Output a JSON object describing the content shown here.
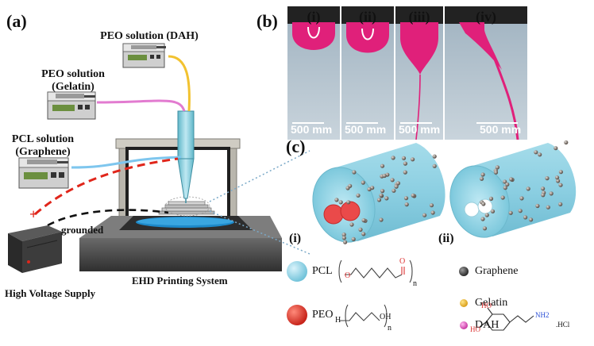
{
  "panels": {
    "a": "(a)",
    "b": "(b)",
    "c": "(c)"
  },
  "solutions": [
    {
      "line1": "PEO solution (DAH)",
      "line2": ""
    },
    {
      "line1": "PEO solution",
      "line2": "(Gelatin)"
    },
    {
      "line1": "PCL solution",
      "line2": "(Graphene)"
    }
  ],
  "labels": {
    "grounded": "grounded",
    "plus": "+",
    "high_voltage": "High Voltage Supply",
    "ehd_system": "EHD Printing System"
  },
  "photos": [
    {
      "roman": "(i)",
      "scale": "500 mm"
    },
    {
      "roman": "(ii)",
      "scale": "500 mm"
    },
    {
      "roman": "(iii)",
      "scale": "500 mm"
    },
    {
      "roman": "(iv)",
      "scale": "500 mm"
    }
  ],
  "fiber_labels": {
    "i": "(i)",
    "ii": "(ii)"
  },
  "legend": {
    "pcl": "PCL",
    "peo": "PEO",
    "graphene": "Graphene",
    "gelatin": "Gelatin",
    "dah": "DAH",
    "n1": "n",
    "n2": "n",
    "o1": "O",
    "o2": "O",
    "h": "H",
    "oh": "OH",
    "ho1": "HO",
    "ho2": "HO",
    "nh2": "NH2",
    "hcl": ".HCl"
  },
  "colors": {
    "magenta": "#e0207a",
    "pcl_blue": "#8ed3e6",
    "red_wire": "#e0261b",
    "yellow_tube": "#f2c230",
    "pink_tube": "#e27bd0",
    "blue_tube": "#7ec6ee"
  }
}
